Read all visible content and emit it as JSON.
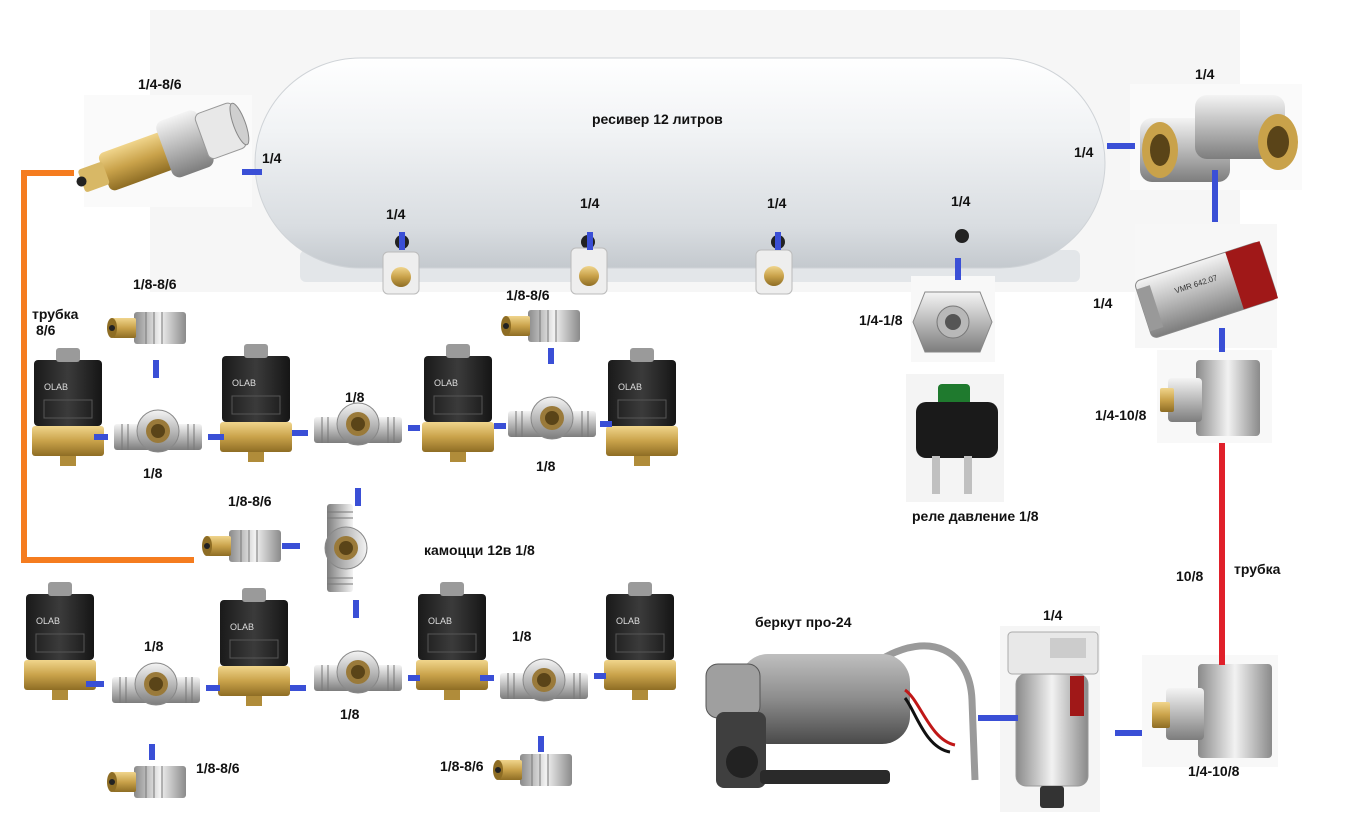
{
  "labels": {
    "receiver": "ресивер 12 литров",
    "elbow_top_left": "1/4-8/6",
    "elbow_top_left_port": "1/4",
    "tank_port_1": "1/4",
    "tank_port_2": "1/4",
    "tank_port_3": "1/4",
    "tank_port_4": "1/4",
    "elbow_right": "1/4",
    "elbow_right_port": "1/4",
    "check_valve_port": "1/4",
    "adapter_right_upper": "1/4-10/8",
    "tube_red_size": "10/8",
    "tube_red_name": "трубка",
    "filter_top": "1/4",
    "adapter_right_lower": "1/4-10/8",
    "compressor": "беркут про-24",
    "pressure_adapter": "1/4-1/8",
    "pressure_relay": "реле давление 1/8",
    "tube_orange_name": "трубка",
    "tube_orange_size": "8/6",
    "fitting_upper_left": "1/8-8/6",
    "fitting_upper_mid": "1/8-8/6",
    "tee_upper_left": "1/8",
    "tee_upper_center": "1/8",
    "tee_upper_right": "1/8",
    "fitting_center": "1/8-8/6",
    "valves_caption": "камоцци 12в 1/8",
    "tee_lower_left": "1/8",
    "tee_lower_center": "1/8",
    "tee_lower_right": "1/8",
    "fitting_lower_left": "1/8-8/6",
    "fitting_lower_mid": "1/8-8/6"
  },
  "colors": {
    "connector": "#3a4fd6",
    "tube_red": "#e0202a",
    "tube_orange": "#f57c1f",
    "brass": "#c9a24a",
    "chrome": "#c8c8c8",
    "coil": "#2a2a2a",
    "tank": "#eef0f2"
  }
}
